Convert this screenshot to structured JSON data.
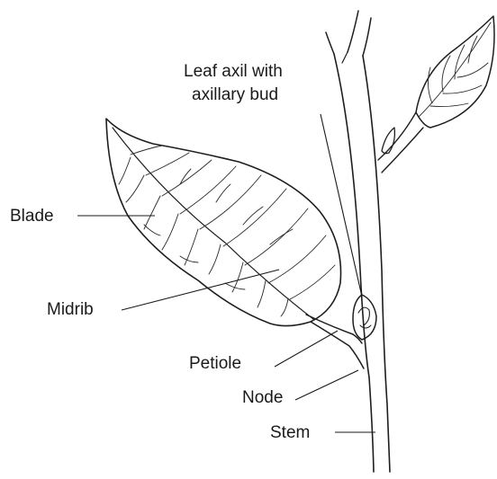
{
  "labels": {
    "leaf_axil": [
      "Leaf axil with",
      "axillary bud"
    ],
    "blade": "Blade",
    "midrib": "Midrib",
    "petiole": "Petiole",
    "node": "Node",
    "stem": "Stem"
  }
}
